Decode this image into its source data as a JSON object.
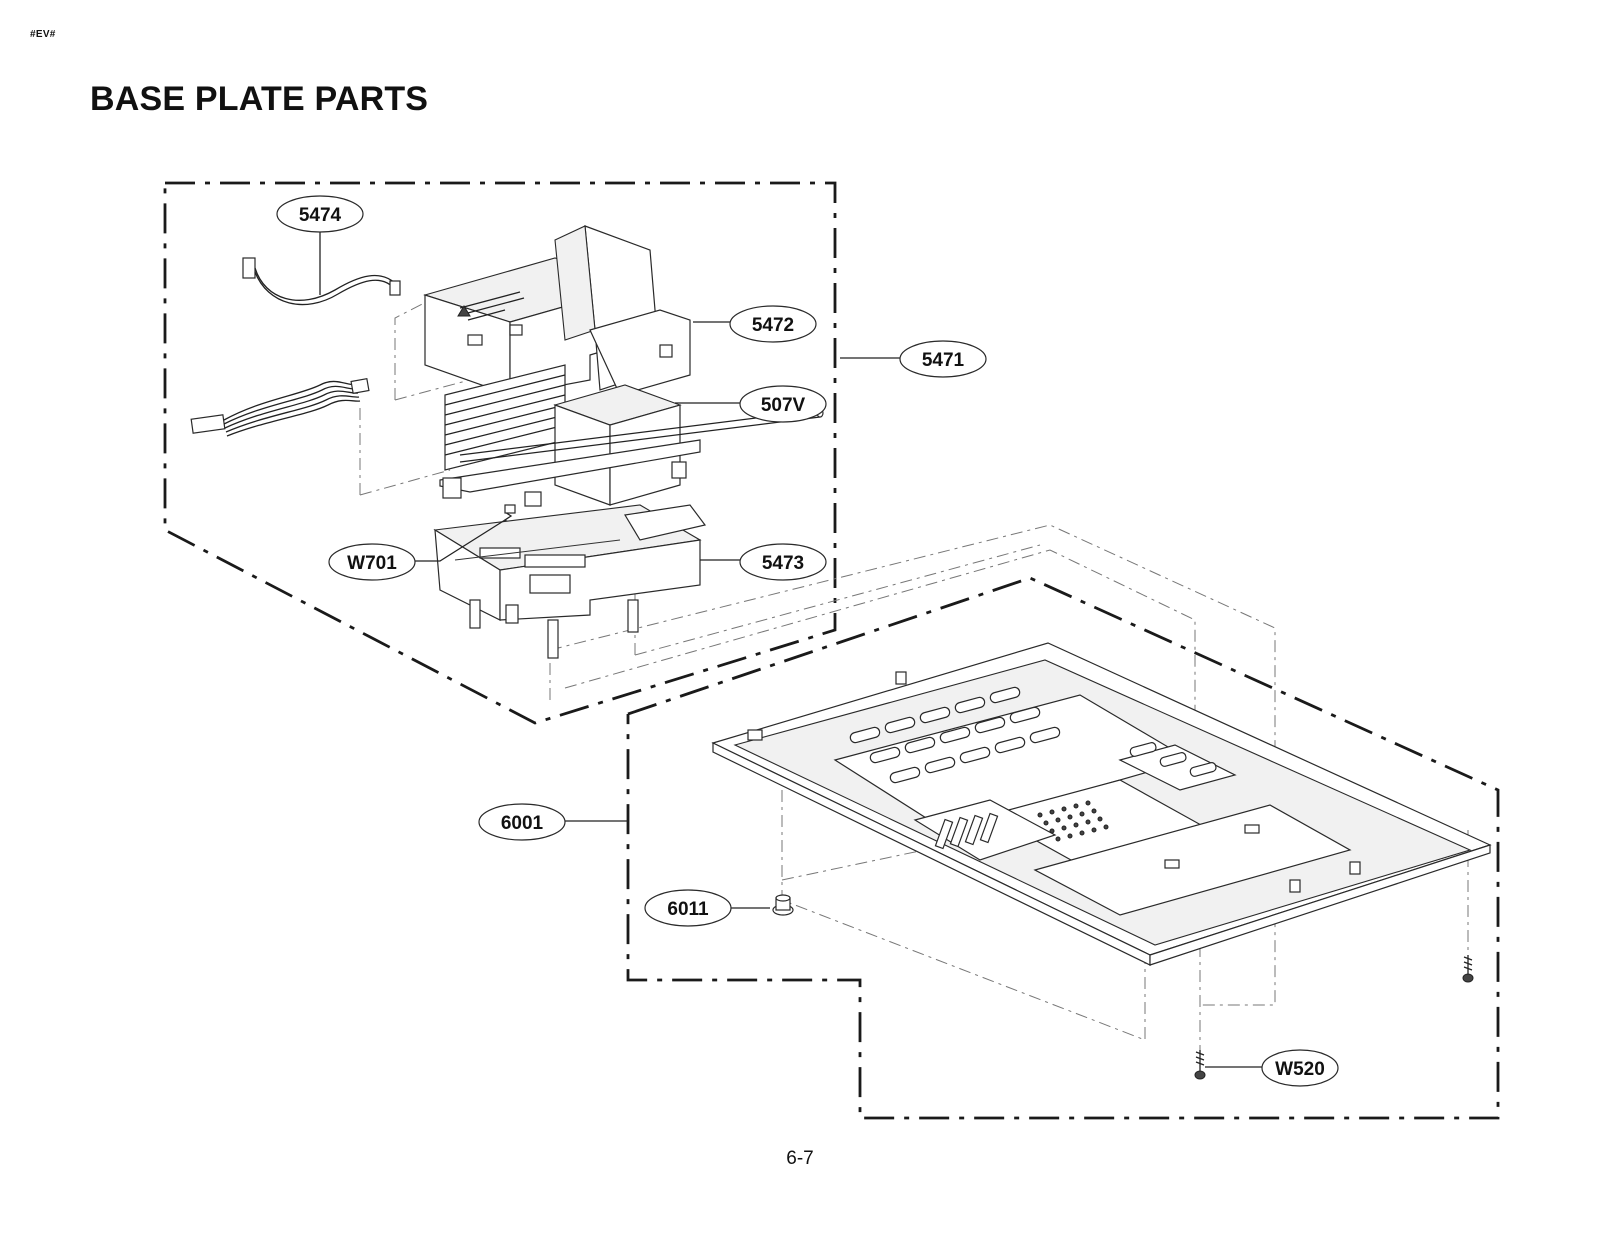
{
  "header": {
    "code": "#EV#",
    "title": "BASE PLATE PARTS"
  },
  "footer": {
    "page_number": "6-7"
  },
  "callouts": {
    "c5474": "5474",
    "c5472": "5472",
    "c5471": "5471",
    "c507V": "507V",
    "cW701": "W701",
    "c5473": "5473",
    "c6001": "6001",
    "c6011": "6011",
    "cW520": "W520"
  }
}
